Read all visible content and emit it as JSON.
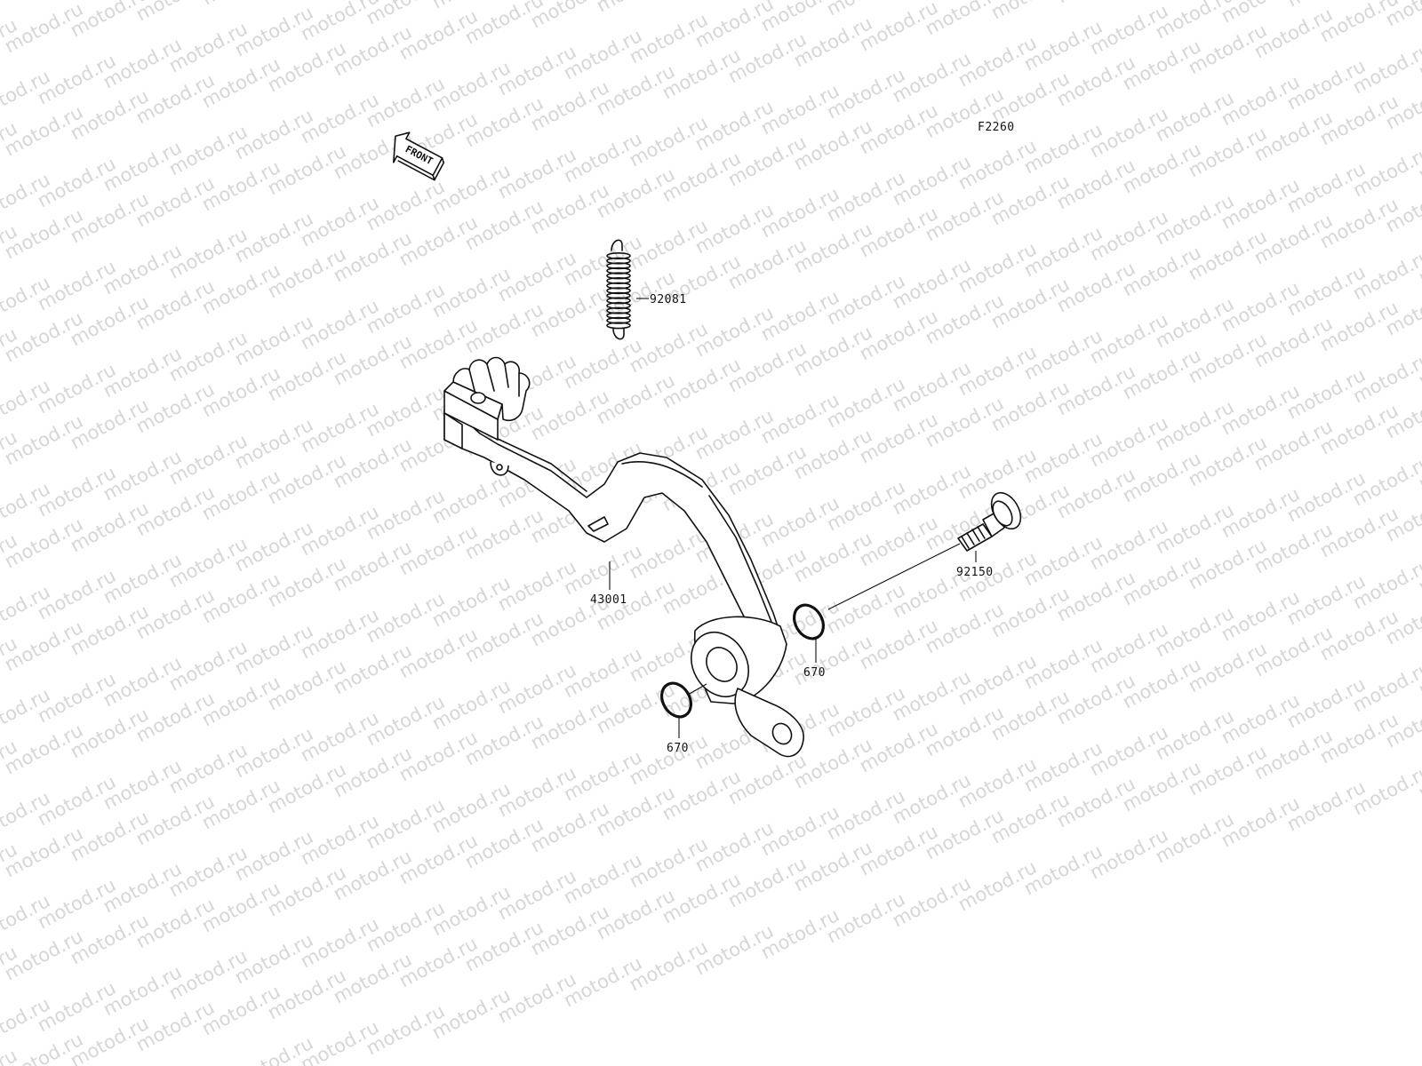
{
  "figure_code": "F2260",
  "watermark": "motod.ru",
  "front_arrow_label": "FRONT",
  "parts": {
    "spring": "92081",
    "brake_pedal": "43001",
    "bolt": "92150",
    "o_ring_upper": "670",
    "o_ring_lower": "670"
  }
}
